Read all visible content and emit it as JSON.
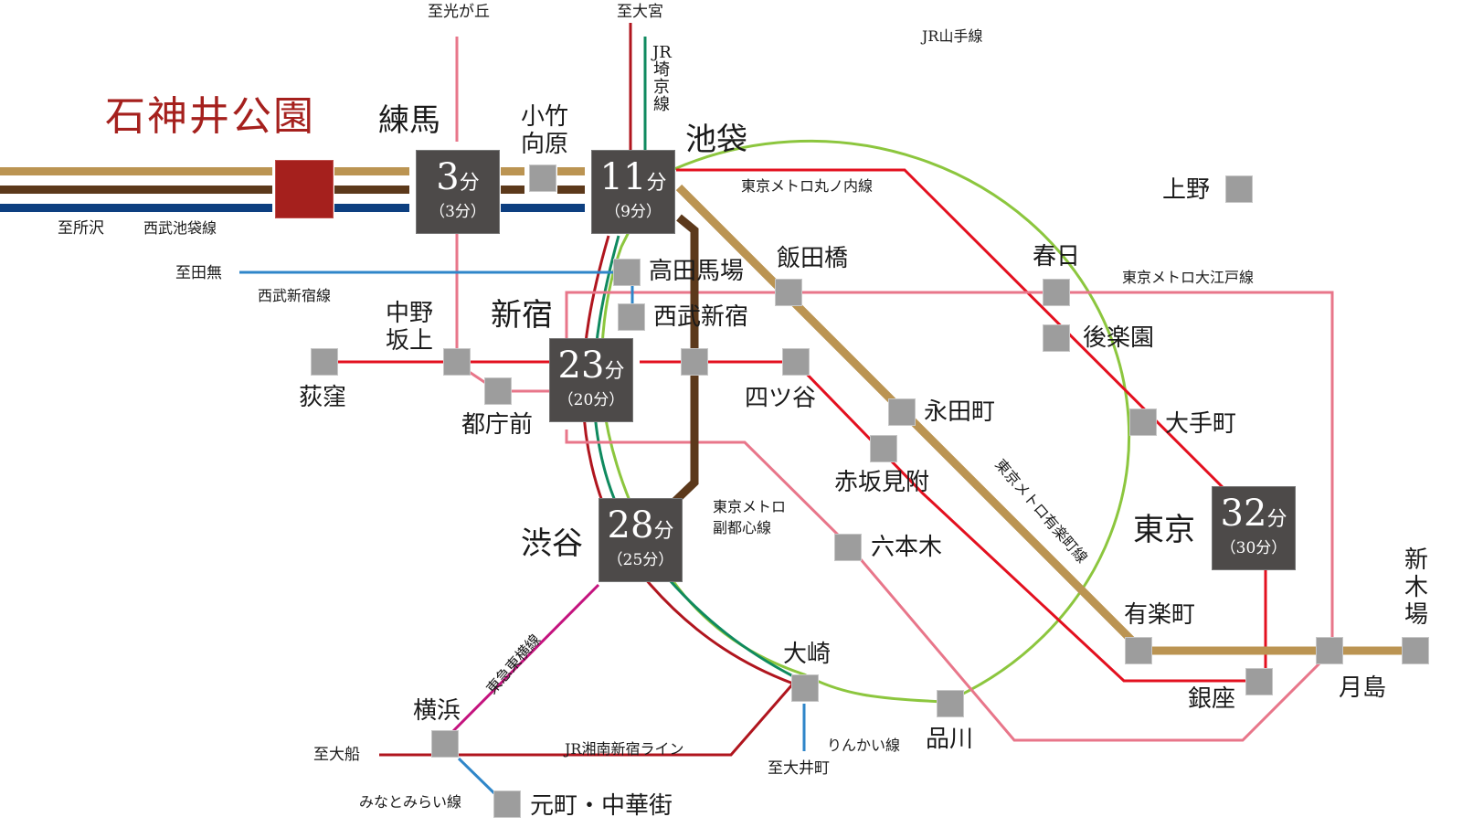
{
  "origin": {
    "name": "石神井公園",
    "color": "#a5201d"
  },
  "hubs": {
    "nerima": {
      "name": "練馬",
      "time": "3",
      "unit": "分",
      "sub": "（3分）"
    },
    "ikebukuro": {
      "name": "池袋",
      "time": "11",
      "unit": "分",
      "sub": "（9分）"
    },
    "shinjuku": {
      "name": "新宿",
      "time": "23",
      "unit": "分",
      "sub": "（20分）"
    },
    "shibuya": {
      "name": "渋谷",
      "time": "28",
      "unit": "分",
      "sub": "（25分）"
    },
    "tokyo": {
      "name": "東京",
      "time": "32",
      "unit": "分",
      "sub": "（30分）"
    }
  },
  "stations": {
    "kotake_mukaihara": "小竹向原",
    "takadanobaba": "高田馬場",
    "seibu_shinjuku": "西武新宿",
    "iidabashi": "飯田橋",
    "kasuga": "春日",
    "korakuen": "後楽園",
    "ueno": "上野",
    "otemachi": "大手町",
    "nakano_sakaue": "中野坂上",
    "ogikubo": "荻窪",
    "tochomae": "都庁前",
    "yotsuya": "四ツ谷",
    "nagatacho": "永田町",
    "akasaka_mitsuke": "赤坂見附",
    "roppongi": "六本木",
    "yurakucho": "有楽町",
    "ginza": "銀座",
    "tsukishima": "月島",
    "shin_kiba": "新木場",
    "osaki": "大崎",
    "shinagawa": "品川",
    "yokohama": "横浜",
    "motomachi_chukagai": "元町・中華街"
  },
  "destinations": {
    "tokorozawa": "至所沢",
    "hikarigaoka": "至光が丘",
    "omiya": "至大宮",
    "tanashi": "至田無",
    "ofuna": "至大船",
    "oimachi": "至大井町"
  },
  "lines": {
    "seibu_ikebukuro": {
      "name": "西武池袋線",
      "color": "#0d3f80"
    },
    "yurakucho_metro": {
      "name": "東京メトロ有楽町線",
      "color": "#bb9452"
    },
    "fukutoshin": {
      "name": "東京メトロ副都心線",
      "name_l1": "東京メトロ",
      "name_l2": "副都心線",
      "color": "#5c391b"
    },
    "seibu_shinjuku": {
      "name": "西武新宿線",
      "color": "#2f86c9"
    },
    "yamanote": {
      "name": "JR山手線",
      "color": "#8cc63e"
    },
    "saikyo": {
      "name": "JR埼京線",
      "color": "#0f8a5f"
    },
    "shonan_shinjuku": {
      "name": "JR湘南新宿ライン",
      "color": "#b0151e"
    },
    "marunouchi": {
      "name": "東京メトロ丸ノ内線",
      "color": "#e3101f"
    },
    "oedo": {
      "name": "東京メトロ大江戸線",
      "color": "#e8768a"
    },
    "toyoko": {
      "name": "東急東横線",
      "color": "#c4137e"
    },
    "rinkai": {
      "name": "りんかい線",
      "color": "#2f86c9"
    },
    "minatomirai": {
      "name": "みなとみらい線",
      "color": "#2f86c9"
    }
  }
}
